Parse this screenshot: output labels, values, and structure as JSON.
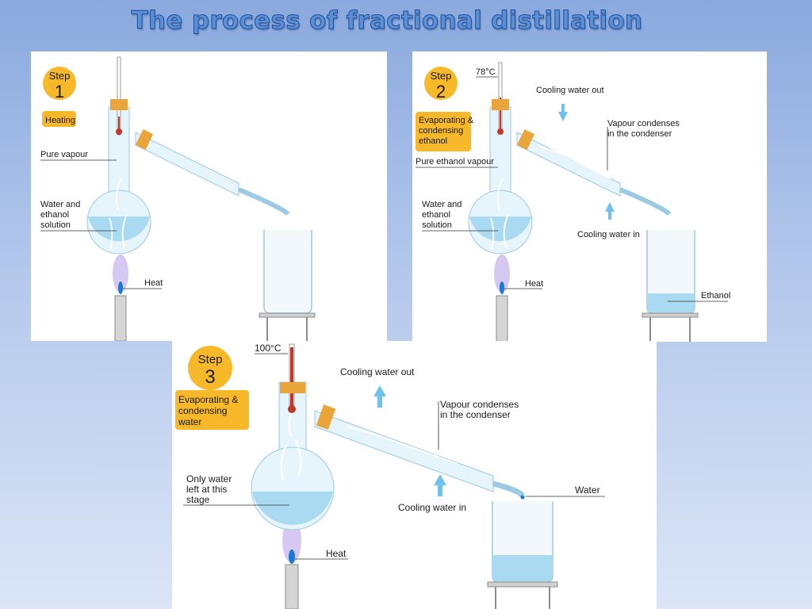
{
  "title": "The process of fractional distillation",
  "colors": {
    "badge": "#f7b929",
    "glass": "#dff1fb",
    "liquid": "#aad9f2",
    "cooling_arrow": "#6ec3ee",
    "thermometer_red": "#c0392b",
    "cork": "#e9a53a",
    "flame": "#b59be8"
  },
  "panels": {
    "step1": {
      "step_word": "Step",
      "step_number": "1",
      "stage": "Heating",
      "labels": {
        "pure_vapour": "Pure vapour",
        "solution_1": "Water and",
        "solution_2": "ethanol",
        "solution_3": "solution",
        "heat": "Heat"
      }
    },
    "step2": {
      "step_word": "Step",
      "step_number": "2",
      "stage_1": "Evaporating &",
      "stage_2": "condensing",
      "stage_3": "ethanol",
      "temperature": "78°C",
      "labels": {
        "cooling_out": "Cooling water out",
        "condenses_1": "Vapour condenses",
        "condenses_2": "in the condenser",
        "pure_ethanol_vapour": "Pure ethanol vapour",
        "solution_1": "Water and",
        "solution_2": "ethanol",
        "solution_3": "solution",
        "cooling_in": "Cooling water in",
        "heat": "Heat",
        "ethanol": "Ethanol"
      }
    },
    "step3": {
      "step_word": "Step",
      "step_number": "3",
      "stage_1": "Evaporating &",
      "stage_2": "condensing",
      "stage_3": "water",
      "temperature": "100°C",
      "labels": {
        "cooling_out": "Cooling water out",
        "condenses_1": "Vapour condenses",
        "condenses_2": "in the condenser",
        "only_water_1": "Only water",
        "only_water_2": "left at this",
        "only_water_3": "stage",
        "cooling_in": "Cooling water in",
        "water": "Water",
        "heat": "Heat"
      }
    }
  }
}
